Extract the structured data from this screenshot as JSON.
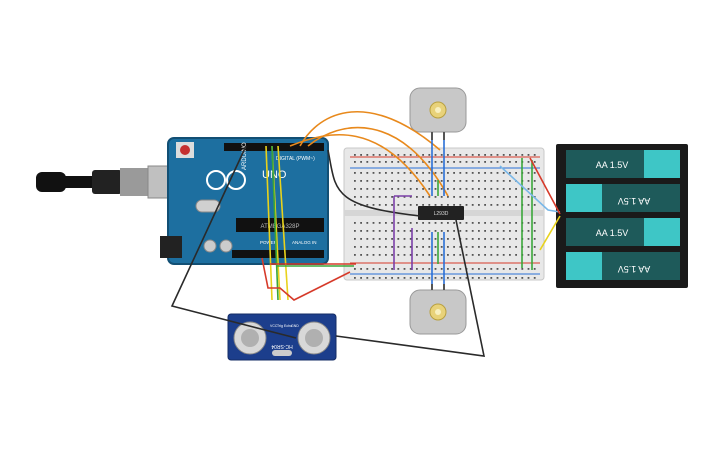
{
  "arduino": {
    "brand": "ARDUINO",
    "model": "UNO",
    "digital_header": "DIGITAL (PWM~)",
    "analog_header": "ANALOG IN",
    "power_header": "POWER",
    "chip": "ATMEGA328P"
  },
  "driver_ic": {
    "label": "L293D"
  },
  "sensor": {
    "label": "HC-SR04",
    "pins": [
      "VCC",
      "Trig",
      "Echo",
      "GND"
    ]
  },
  "battery_pack": {
    "cells": [
      "AA 1.5V",
      "AA 1.5V",
      "AA 1.5V",
      "AA 1.5V"
    ]
  },
  "motors": {
    "count": 2
  },
  "colors": {
    "arduino_blue": "#1d6fa0",
    "breadboard": "#e8e8e8",
    "wire_orange": "#e8891c",
    "wire_yellow": "#e8d21c",
    "wire_green": "#3aa63a",
    "wire_red": "#d63a2a",
    "wire_black": "#2a2a2a",
    "wire_blue": "#2a6fd6",
    "wire_purple": "#7b3fa8",
    "battery_teal": "#3ec6c6"
  }
}
